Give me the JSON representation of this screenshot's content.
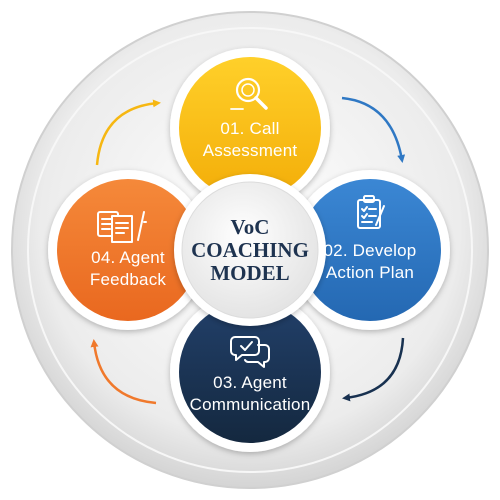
{
  "center": {
    "lines": [
      "VoC",
      "COACHING",
      "MODEL"
    ]
  },
  "steps": [
    {
      "lines": [
        "01. Call",
        "Assessment"
      ],
      "icon": "magnifier-icon",
      "color": "#f6b712"
    },
    {
      "lines": [
        "02. Develop",
        "Action Plan"
      ],
      "icon": "clipboard-icon",
      "color": "#2f78c4"
    },
    {
      "lines": [
        "03. Agent",
        "Communication"
      ],
      "icon": "chat-bubbles-icon",
      "color": "#183150"
    },
    {
      "lines": [
        "04. Agent",
        "Feedback"
      ],
      "icon": "documents-icon",
      "color": "#f0792c"
    }
  ],
  "arrow_colors": {
    "top_left": "#f6b712",
    "top_right": "#2f78c4",
    "bottom_right": "#183150",
    "bottom_left": "#f0792c"
  }
}
